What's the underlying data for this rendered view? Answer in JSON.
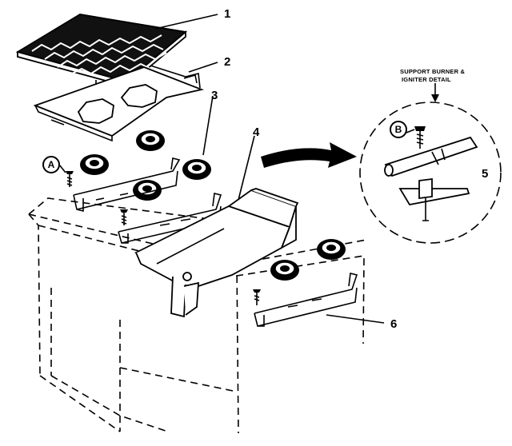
{
  "callouts": {
    "n1": "1",
    "n2": "2",
    "n3": "3",
    "n4": "4",
    "n5": "5",
    "n6": "6",
    "a": "A",
    "b": "B"
  },
  "detail_caption": {
    "line1": "SUPPORT BURNER &",
    "line2": "IGNITER DETAIL"
  }
}
